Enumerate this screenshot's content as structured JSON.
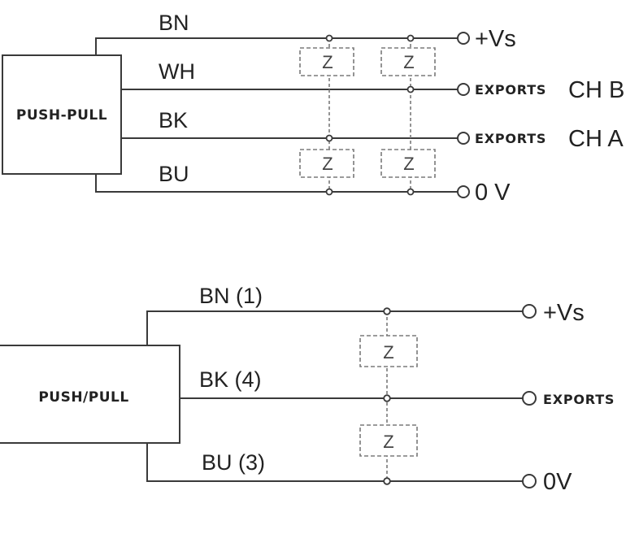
{
  "diagram_top": {
    "device_label": "PUSH-PULL",
    "wires": {
      "bn": "BN",
      "wh": "WH",
      "bk": "BK",
      "bu": "BU"
    },
    "impedance_label": "Z",
    "terminals": {
      "vs": "+Vs",
      "exports": "EXPORTS",
      "ch_b": "CH B",
      "ch_a": "CH A",
      "zero": "0 V"
    }
  },
  "diagram_bottom": {
    "device_label": "PUSH/PULL",
    "wires": {
      "bn": "BN (1)",
      "bk": "BK (4)",
      "bu": "BU (3)"
    },
    "impedance_label": "Z",
    "terminals": {
      "vs": "+Vs",
      "exports": "EXPORTS",
      "zero": "0V"
    }
  }
}
